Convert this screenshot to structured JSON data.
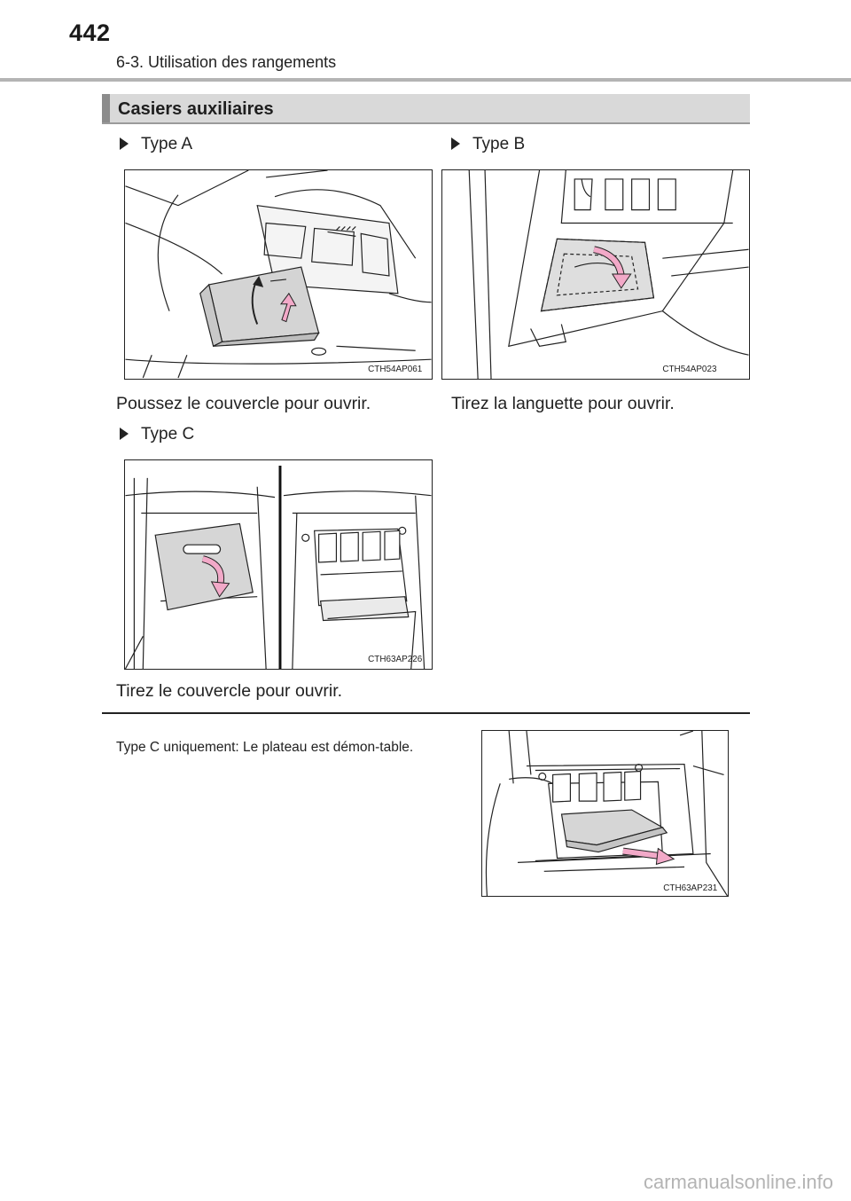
{
  "header": {
    "page_number": "442",
    "chapter": "6-3. Utilisation des rangements"
  },
  "section": {
    "title": "Casiers auxiliaires"
  },
  "types": [
    {
      "label": "Type A",
      "figure_code": "CTH54AP061",
      "caption": "Poussez le couvercle pour ouvrir."
    },
    {
      "label": "Type B",
      "figure_code": "CTH54AP023",
      "caption": "Tirez la languette pour ouvrir."
    },
    {
      "label": "Type C",
      "figure_code": "CTH63AP226",
      "caption": "Tirez le couvercle pour ouvrir."
    }
  ],
  "note": {
    "text": "Type C uniquement: Le plateau est démon-table.",
    "figure_code": "CTH63AP231"
  },
  "footer": {
    "watermark": "carmanualsonline.info"
  },
  "colors": {
    "arrow": "#f2a9c8",
    "panel": "#dcdcdc",
    "line": "#222222"
  }
}
